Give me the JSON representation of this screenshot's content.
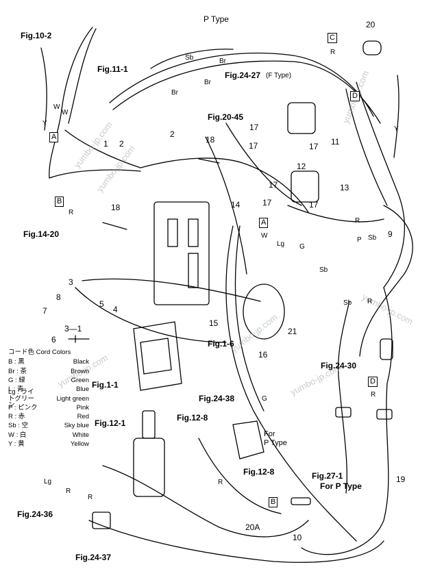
{
  "figure_refs": {
    "fig_10_2": "Fig.10-2",
    "p_type_top": "P Type",
    "fig_11_1": "Fig.11-1",
    "fig_24_27": "Fig.24-27",
    "f_type": "(F Type)",
    "fig_20_45": "Fig.20-45",
    "fig_14_20": "Fig.14-20",
    "fig_1_6": "Fig.1-6",
    "fig_1_1": "Fig.1-1",
    "fig_24_30": "Fig.24-30",
    "fig_24_38": "Fig.24-38",
    "fig_12_1": "Fig.12-1",
    "fig_12_8_a": "Fig.12-8",
    "fig_12_8_b": "Fig.12-8",
    "for_p_type": "For\nP Type",
    "fig_27_1": "Fig.27-1",
    "for_p_type_2": "For P Type",
    "fig_24_36": "Fig.24-36",
    "fig_24_37": "Fig.24-37"
  },
  "part_numbers": {
    "p1": "1",
    "p2a": "2",
    "p2b": "2",
    "p3": "3",
    "p3_1": "3—1",
    "p4": "4",
    "p5": "5",
    "p6": "6",
    "p7": "7",
    "p8": "8",
    "p9": "9",
    "p10": "10",
    "p11": "11",
    "p12": "12",
    "p13": "13",
    "p14": "14",
    "p15": "15",
    "p16": "16",
    "p17a": "17",
    "p17b": "17",
    "p17c": "17",
    "p17d": "17",
    "p17e": "17",
    "p17f": "17",
    "p18a": "18",
    "p18b": "18",
    "p19": "19",
    "p20": "20",
    "p20a": "20A",
    "p21": "21"
  },
  "connector_tags": {
    "a_left": "A",
    "b_left": "B",
    "c_top": "C",
    "d_top": "D",
    "a_mid": "A",
    "d_right": "D",
    "b_bottom": "B"
  },
  "wire_codes": {
    "sb_top": "Sb",
    "br_top": "Br",
    "br_mid": "Br",
    "br_top2": "Br",
    "y_left": "Y",
    "w_left1": "W",
    "w_left2": "W",
    "r_left": "R",
    "r_c": "R",
    "y_c": "Y",
    "w_a": "W",
    "lg_a": "Lg",
    "g_a": "G",
    "sb_a": "Sb",
    "r_mid": "R",
    "p_mid": "P",
    "sb_mid": "Sb",
    "sb_30": "Sb",
    "r_30": "R",
    "g_38": "G",
    "r_d": "R",
    "lg_36": "Lg",
    "r_36a": "R",
    "r_36b": "R",
    "r_12_8": "R"
  },
  "legend": {
    "title": "コード色  Cord Colors",
    "rows": [
      {
        "code": "B : 黒",
        "name": "Black"
      },
      {
        "code": "Br : 茶",
        "name": "Brown"
      },
      {
        "code": "G : 緑",
        "name": "Green"
      },
      {
        "code": "L : 青",
        "name": "Blue"
      },
      {
        "code": "Lg : ライトグリーン",
        "name": "Light green"
      },
      {
        "code": "P : ピンク",
        "name": "Pink"
      },
      {
        "code": "R : 赤",
        "name": "Red"
      },
      {
        "code": "Sb : 空",
        "name": "Sky blue"
      },
      {
        "code": "W : 白",
        "name": "White"
      },
      {
        "code": "Y : 黄",
        "name": "Yellow"
      }
    ]
  },
  "watermarks": [
    "yumbo-jp.com",
    "yumbo-jp.com",
    "yumbo-jp.com",
    "yumbo-jp.com",
    "yumbo-jp.com",
    "yumbo-jp.com"
  ],
  "colors": {
    "ink": "#000000",
    "watermark": "#9aa0a6",
    "background": "#ffffff"
  }
}
